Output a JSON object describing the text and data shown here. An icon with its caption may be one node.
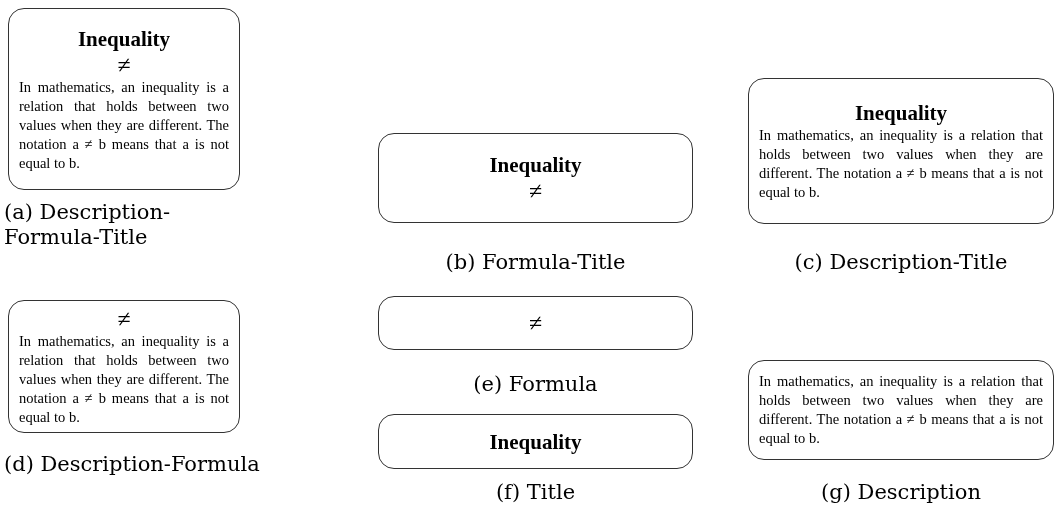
{
  "diagram": {
    "nodes": [
      {
        "text": [
          "Inequality",
          "≠",
          "In mathematics, an inequality is a relation that holds between two values when they are different. The notation a ≠ b means that a is not equal to b."
        ],
        "beside": [
          "(a) Description-Formula-Title"
        ]
      },
      {
        "text": [
          "Inequality",
          "≠"
        ],
        "beside": [
          "(b) Formula-Title"
        ]
      },
      {
        "text": [
          "Inequality",
          "In mathematics, an inequality is a relation that holds between two values when they are different. The notation a ≠ b means that a is not equal to b."
        ],
        "beside": [
          "(c) Description-Title"
        ]
      },
      {
        "text": [
          "≠",
          "In mathematics, an inequality is a relation that holds between two values when they are different. The notation a ≠ b means that a is not equal to b."
        ],
        "beside": [
          "(d) Description-Formula"
        ]
      },
      {
        "text": [
          "≠"
        ],
        "beside": [
          "(e) Formula"
        ]
      },
      {
        "text": [
          "Inequality"
        ],
        "beside": [
          "(f) Title"
        ]
      },
      {
        "text": [
          "In mathematics, an inequality is a relation that holds between two values when they are different. The notation a ≠ b means that a is not equal to b."
        ],
        "beside": [
          "(g) Description"
        ]
      }
    ]
  }
}
